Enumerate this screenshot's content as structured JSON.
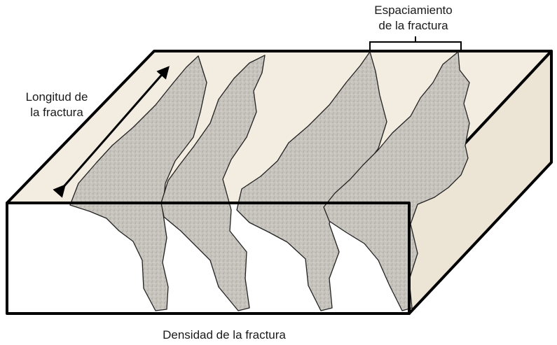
{
  "labels": {
    "spacing_line1": "Espaciamiento",
    "spacing_line2": "de la fractura",
    "length_line1": "Longitud de",
    "length_line2": "la fractura",
    "density": "Densidad de la fractura"
  },
  "colors": {
    "block_face": "#f3ece0",
    "block_side": "#ece4d4",
    "fracture_fill": "#c9c6c0",
    "outline": "#000000"
  },
  "fracture_count": 4
}
